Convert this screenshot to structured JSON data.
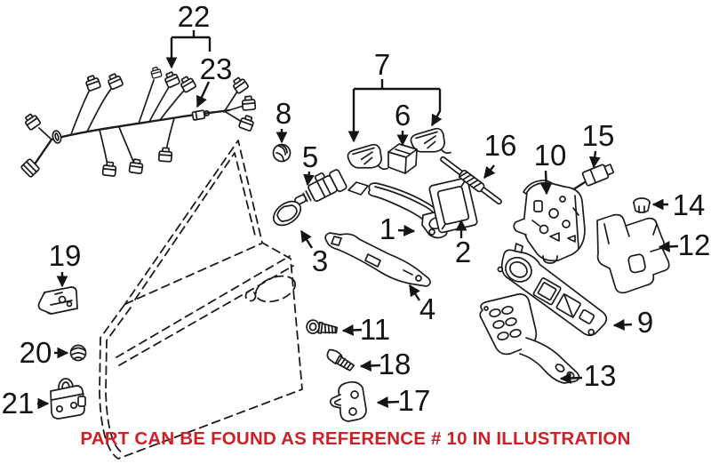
{
  "figure": {
    "illustration": "vehicle front door exploded parts view",
    "caption": "PART CAN BE FOUND AS REFERENCE # 10 IN ILLUSTRATION",
    "caption_color": "#cc2127",
    "background_color": "#ffffff",
    "line_color": "#1c1c1c",
    "referenced_part_number": "10"
  },
  "callouts": {
    "c1": {
      "label": "1"
    },
    "c2": {
      "label": "2"
    },
    "c3": {
      "label": "3"
    },
    "c4": {
      "label": "4"
    },
    "c5": {
      "label": "5"
    },
    "c6": {
      "label": "6"
    },
    "c7": {
      "label": "7"
    },
    "c8": {
      "label": "8"
    },
    "c9": {
      "label": "9"
    },
    "c10": {
      "label": "10"
    },
    "c11": {
      "label": "11"
    },
    "c12": {
      "label": "12"
    },
    "c13": {
      "label": "13"
    },
    "c14": {
      "label": "14"
    },
    "c15": {
      "label": "15"
    },
    "c16": {
      "label": "16"
    },
    "c17": {
      "label": "17"
    },
    "c18": {
      "label": "18"
    },
    "c19": {
      "label": "19"
    },
    "c20": {
      "label": "20"
    },
    "c21": {
      "label": "21"
    },
    "c22": {
      "label": "22"
    },
    "c23": {
      "label": "23"
    }
  }
}
